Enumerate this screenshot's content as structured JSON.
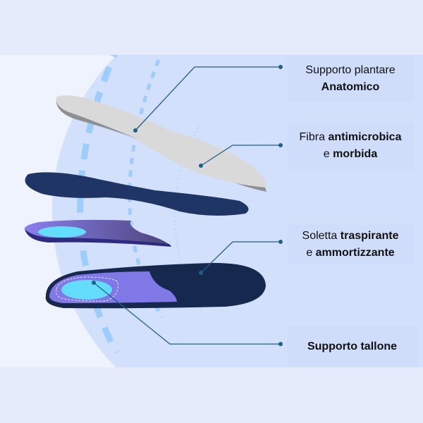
{
  "labels": [
    {
      "normal": "Supporto plantare",
      "bold": "Anatomico"
    },
    {
      "normal_a": "Fibra ",
      "bold_a": "antimicrobica",
      "normal_b": "e ",
      "bold_b": "morbida"
    },
    {
      "normal_a": "Soletta ",
      "bold_a": "traspirante",
      "normal_b": "e ",
      "bold_b": "ammortizzante"
    },
    {
      "bold": "Supporto tallone"
    }
  ],
  "colors": {
    "band": "#e5ebfb",
    "panel": "#eef3fe",
    "circle": "#d3e0fb",
    "label_bg": "#cfddfb",
    "leader": "#1f5f8b",
    "navy": "#1e3566",
    "dark_navy": "#17284f",
    "purple": "#8078e6",
    "cyan": "#64dcfb",
    "grey": "#d9d9d9"
  }
}
